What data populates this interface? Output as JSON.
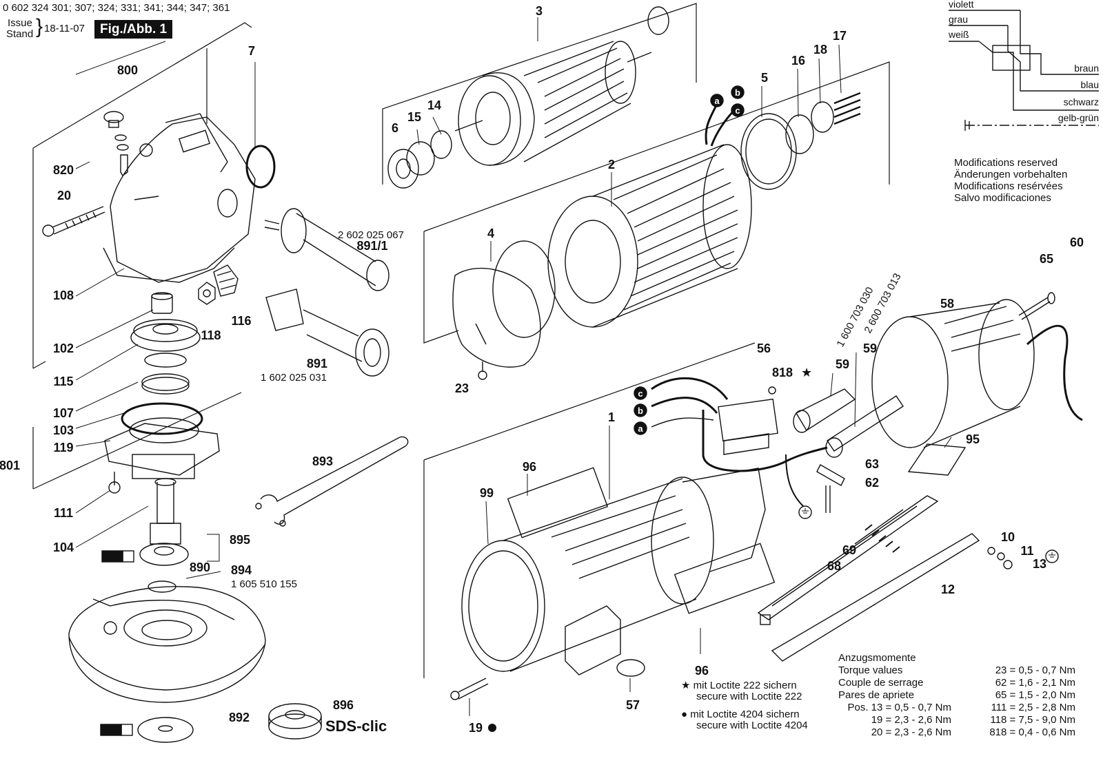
{
  "header": {
    "part_numbers": "0 602 324 301; 307; 324; 331; 341; 344; 347; 361",
    "issue": "Issue",
    "stand": "Stand",
    "date": "18-11-07",
    "figure": "Fig./Abb. 1"
  },
  "wiring": {
    "inputs": [
      "violett",
      "grau",
      "weiß"
    ],
    "outputs": [
      "braun",
      "blau",
      "schwarz",
      "gelb-grün"
    ]
  },
  "modifications": [
    "Modifications reserved",
    "Änderungen vorbehalten",
    "Modifications resérvées",
    "Salvo modificaciones"
  ],
  "part_labels": {
    "p3": "3",
    "p6": "6",
    "p15": "15",
    "p14": "14",
    "p7": "7",
    "p800": "800",
    "p820": "820",
    "p20": "20",
    "p108": "108",
    "p102": "102",
    "p115": "115",
    "p107": "107",
    "p103": "103",
    "p119": "119",
    "p801": "801",
    "p111": "111",
    "p104": "104",
    "p895": "895",
    "p890": "890",
    "p894": "894",
    "p892": "892",
    "p896": "896",
    "p891_1": "891/1",
    "p891": "891",
    "p118": "118",
    "p116": "116",
    "p893": "893",
    "p5": "5",
    "p16": "16",
    "p18": "18",
    "p17": "17",
    "p2": "2",
    "p4": "4",
    "p23": "23",
    "p1": "1",
    "p96a": "96",
    "p96b": "96",
    "p99": "99",
    "p19": "19",
    "p57": "57",
    "p56": "56",
    "p818": "818",
    "p59a": "59",
    "p59b": "59",
    "p58": "58",
    "p65": "65",
    "p60": "60",
    "p95": "95",
    "p63": "63",
    "p62": "62",
    "p69": "69",
    "p68": "68",
    "p10": "10",
    "p11": "11",
    "p13": "13",
    "p12": "12"
  },
  "part_numbers_text": {
    "n891_1": "2 602 025 067",
    "n891": "1 602 025 031",
    "n894": "1 605 510 155",
    "n59a": "1 600 703 030",
    "n59b": "2 600 703 013"
  },
  "wire_tags": [
    "a",
    "b",
    "c"
  ],
  "sds_label": "SDS-clic",
  "notes": {
    "loctite222_line1": "mit Loctite 222 sichern",
    "loctite222_line2": "secure with Loctite 222",
    "loctite4204_line1": "mit Loctite 4204 sichern",
    "loctite4204_line2": "secure with Loctite 4204"
  },
  "torque": {
    "headings": [
      "Anzugsmomente",
      "Torque values",
      "Couple de serrage",
      "Pares de apriete"
    ],
    "rows_left": [
      "Pos. 13 = 0,5 - 0,7 Nm",
      "19 = 2,3 - 2,6 Nm",
      "20 = 2,3 - 2,6 Nm"
    ],
    "rows_right": [
      "23 = 0,5 - 0,7 Nm",
      "62 = 1,6 - 2,1 Nm",
      "65 = 1,5 - 2,0 Nm",
      "111 = 2,5 - 2,8 Nm",
      "118 = 7,5 - 9,0 Nm",
      "818 = 0,4 - 0,6 Nm"
    ]
  }
}
